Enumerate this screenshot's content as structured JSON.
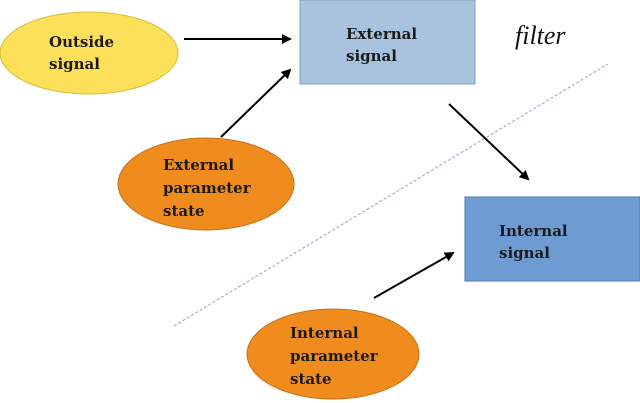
{
  "diagram": {
    "nodes": {
      "outside_signal": {
        "lines": [
          "Outside",
          "signal"
        ],
        "fill": "#fde05a",
        "stroke": "#d9bd3a"
      },
      "external_param": {
        "lines": [
          "External",
          "parameter",
          "state"
        ],
        "fill": "#f08c1e",
        "stroke": "#c8701a"
      },
      "internal_param": {
        "lines": [
          "Internal",
          "parameter",
          "state"
        ],
        "fill": "#f08c1e",
        "stroke": "#c8701a"
      },
      "external_signal": {
        "lines": [
          "External",
          "signal"
        ],
        "fill": "#a9c2de",
        "stroke": "#7f9cc0"
      },
      "internal_signal": {
        "lines": [
          "Internal",
          "signal"
        ],
        "fill": "#6f9bd3",
        "stroke": "#4f7cb5"
      }
    },
    "filter_label": "filter",
    "colors": {
      "arrow": "#000000",
      "filter_line": "#8aa6c8"
    }
  }
}
